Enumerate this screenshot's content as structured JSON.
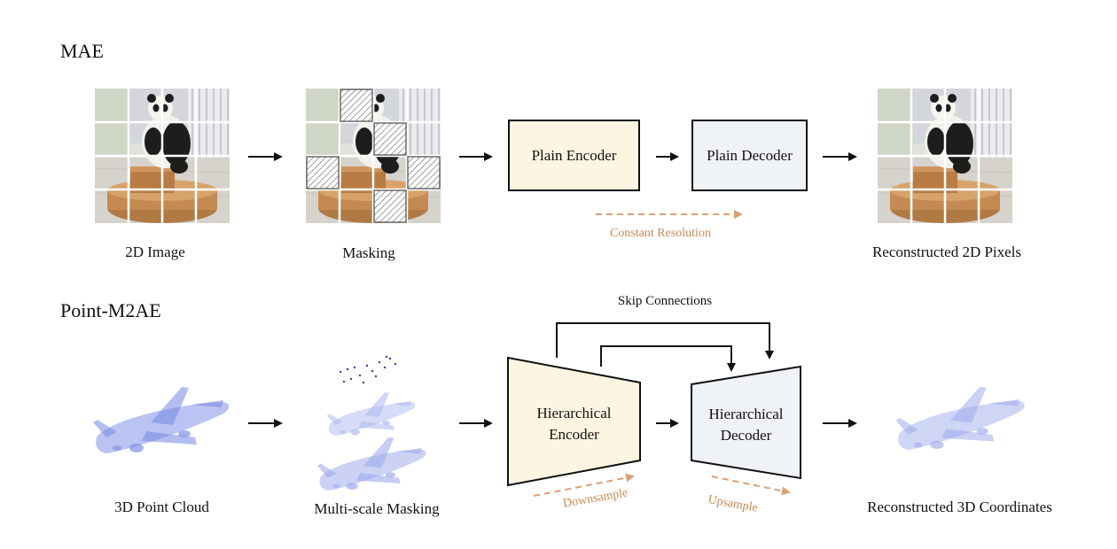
{
  "mae": {
    "title": "MAE",
    "captions": {
      "image": "2D Image",
      "masking": "Masking",
      "reconstructed": "Reconstructed 2D Pixels"
    },
    "encoder": "Plain Encoder",
    "decoder": "Plain Decoder",
    "resolution": "Constant Resolution"
  },
  "pointm2ae": {
    "title": "Point-M2AE",
    "captions": {
      "cloud": "3D Point Cloud",
      "masking": "Multi-scale Masking",
      "reconstructed": "Reconstructed 3D Coordinates"
    },
    "encoder_line1": "Hierarchical",
    "encoder_line2": "Encoder",
    "decoder_line1": "Hierarchical",
    "decoder_line2": "Decoder",
    "skip": "Skip Connections",
    "downsample": "Downsample",
    "upsample": "Upsample"
  },
  "colors": {
    "encoder_fill": "#fdf5e1",
    "decoder_fill": "#eff2f7",
    "annotation": "#c98a52",
    "point_cloud": "#6d7fe0"
  }
}
